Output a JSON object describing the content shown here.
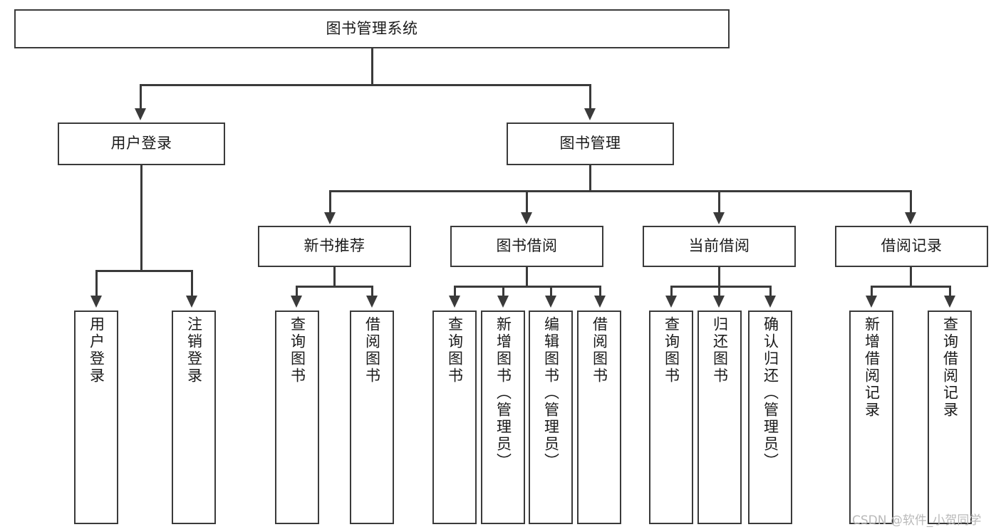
{
  "diagram": {
    "title": "图书管理系统",
    "type": "tree-hierarchy",
    "watermark": "CSDN @软件_小贺同学",
    "colors": {
      "stroke": "#3a3a3a",
      "fill": "#ffffff",
      "text": "#1a1a1a",
      "watermark": "#b9b9b9",
      "background": "#ffffff"
    },
    "levels": {
      "root": {
        "label": "图书管理系统"
      },
      "level2": [
        {
          "id": "user-login",
          "label": "用户登录"
        },
        {
          "id": "book-manage",
          "label": "图书管理"
        }
      ],
      "level3": [
        {
          "id": "new-book-recommend",
          "label": "新书推荐",
          "parent": "book-manage"
        },
        {
          "id": "book-borrow",
          "label": "图书借阅",
          "parent": "book-manage"
        },
        {
          "id": "current-borrow",
          "label": "当前借阅",
          "parent": "book-manage"
        },
        {
          "id": "borrow-record",
          "label": "借阅记录",
          "parent": "book-manage"
        }
      ],
      "leaves": [
        {
          "id": "leaf-user-login",
          "label": "用户登录",
          "parent": "user-login"
        },
        {
          "id": "leaf-logout",
          "label": "注销登录",
          "parent": "user-login"
        },
        {
          "id": "leaf-query-book-1",
          "label": "查询图书",
          "parent": "new-book-recommend"
        },
        {
          "id": "leaf-borrow-book-1",
          "label": "借阅图书",
          "parent": "new-book-recommend"
        },
        {
          "id": "leaf-query-book-2",
          "label": "查询图书",
          "parent": "book-borrow"
        },
        {
          "id": "leaf-add-book",
          "label": "新增图书（管理员）",
          "parent": "book-borrow"
        },
        {
          "id": "leaf-edit-book",
          "label": "编辑图书（管理员）",
          "parent": "book-borrow"
        },
        {
          "id": "leaf-borrow-book-2",
          "label": "借阅图书",
          "parent": "book-borrow"
        },
        {
          "id": "leaf-query-book-3",
          "label": "查询图书",
          "parent": "current-borrow"
        },
        {
          "id": "leaf-return-book",
          "label": "归还图书",
          "parent": "current-borrow"
        },
        {
          "id": "leaf-confirm-return",
          "label": "确认归还（管理员）",
          "parent": "current-borrow"
        },
        {
          "id": "leaf-add-record",
          "label": "新增借阅记录",
          "parent": "borrow-record"
        },
        {
          "id": "leaf-query-record",
          "label": "查询借阅记录",
          "parent": "borrow-record"
        }
      ]
    }
  }
}
